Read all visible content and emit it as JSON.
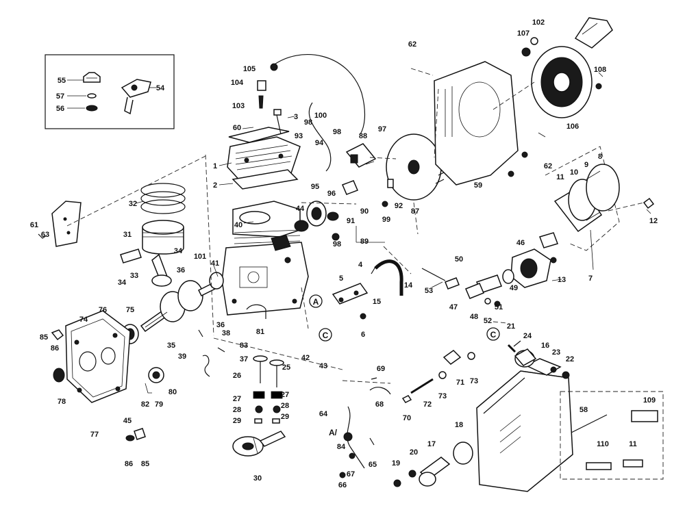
{
  "diagram": {
    "labels": [
      {
        "id": "p1",
        "text": "1"
      },
      {
        "id": "p2",
        "text": "2"
      },
      {
        "id": "p3",
        "text": "3"
      },
      {
        "id": "p4",
        "text": "4"
      },
      {
        "id": "p5",
        "text": "5"
      },
      {
        "id": "p6",
        "text": "6"
      },
      {
        "id": "p7",
        "text": "7"
      },
      {
        "id": "p8",
        "text": "8"
      },
      {
        "id": "p9",
        "text": "9"
      },
      {
        "id": "p10",
        "text": "10"
      },
      {
        "id": "p11",
        "text": "11"
      },
      {
        "id": "p11b",
        "text": "11"
      },
      {
        "id": "p12",
        "text": "12"
      },
      {
        "id": "p13",
        "text": "13"
      },
      {
        "id": "p14",
        "text": "14"
      },
      {
        "id": "p15",
        "text": "15"
      },
      {
        "id": "p16",
        "text": "16"
      },
      {
        "id": "p17",
        "text": "17"
      },
      {
        "id": "p18",
        "text": "18"
      },
      {
        "id": "p19",
        "text": "19"
      },
      {
        "id": "p20",
        "text": "20"
      },
      {
        "id": "p21",
        "text": "21"
      },
      {
        "id": "p22",
        "text": "22"
      },
      {
        "id": "p23",
        "text": "23"
      },
      {
        "id": "p24",
        "text": "24"
      },
      {
        "id": "p25",
        "text": "25"
      },
      {
        "id": "p26",
        "text": "26"
      },
      {
        "id": "p27a",
        "text": "27"
      },
      {
        "id": "p27b",
        "text": "27"
      },
      {
        "id": "p28a",
        "text": "28"
      },
      {
        "id": "p28b",
        "text": "28"
      },
      {
        "id": "p29a",
        "text": "29"
      },
      {
        "id": "p29b",
        "text": "29"
      },
      {
        "id": "p30",
        "text": "30"
      },
      {
        "id": "p31",
        "text": "31"
      },
      {
        "id": "p32",
        "text": "32"
      },
      {
        "id": "p33",
        "text": "33"
      },
      {
        "id": "p34a",
        "text": "34"
      },
      {
        "id": "p34b",
        "text": "34"
      },
      {
        "id": "p35",
        "text": "35"
      },
      {
        "id": "p36a",
        "text": "36"
      },
      {
        "id": "p36b",
        "text": "36"
      },
      {
        "id": "p37",
        "text": "37"
      },
      {
        "id": "p38",
        "text": "38"
      },
      {
        "id": "p39",
        "text": "39"
      },
      {
        "id": "p40",
        "text": "40"
      },
      {
        "id": "p41",
        "text": "41"
      },
      {
        "id": "p42",
        "text": "42"
      },
      {
        "id": "p43",
        "text": "43"
      },
      {
        "id": "p44",
        "text": "44"
      },
      {
        "id": "p45",
        "text": "45"
      },
      {
        "id": "p46",
        "text": "46"
      },
      {
        "id": "p47",
        "text": "47"
      },
      {
        "id": "p48",
        "text": "48"
      },
      {
        "id": "p49",
        "text": "49"
      },
      {
        "id": "p50",
        "text": "50"
      },
      {
        "id": "p51",
        "text": "51"
      },
      {
        "id": "p52",
        "text": "52"
      },
      {
        "id": "p53",
        "text": "53"
      },
      {
        "id": "p54",
        "text": "54"
      },
      {
        "id": "p55",
        "text": "55"
      },
      {
        "id": "p56",
        "text": "56"
      },
      {
        "id": "p57",
        "text": "57"
      },
      {
        "id": "p58",
        "text": "58"
      },
      {
        "id": "p59",
        "text": "59"
      },
      {
        "id": "p60",
        "text": "60"
      },
      {
        "id": "p61",
        "text": "61"
      },
      {
        "id": "p62a",
        "text": "62"
      },
      {
        "id": "p62b",
        "text": "62"
      },
      {
        "id": "p63",
        "text": "63"
      },
      {
        "id": "p64",
        "text": "64"
      },
      {
        "id": "p65",
        "text": "65"
      },
      {
        "id": "p66",
        "text": "66"
      },
      {
        "id": "p67",
        "text": "67"
      },
      {
        "id": "p68",
        "text": "68"
      },
      {
        "id": "p69",
        "text": "69"
      },
      {
        "id": "p70",
        "text": "70"
      },
      {
        "id": "p71",
        "text": "71"
      },
      {
        "id": "p72",
        "text": "72"
      },
      {
        "id": "p73a",
        "text": "73"
      },
      {
        "id": "p73b",
        "text": "73"
      },
      {
        "id": "p74",
        "text": "74"
      },
      {
        "id": "p75",
        "text": "75"
      },
      {
        "id": "p76",
        "text": "76"
      },
      {
        "id": "p77",
        "text": "77"
      },
      {
        "id": "p78",
        "text": "78"
      },
      {
        "id": "p79",
        "text": "79"
      },
      {
        "id": "p80",
        "text": "80"
      },
      {
        "id": "p81",
        "text": "81"
      },
      {
        "id": "p82",
        "text": "82"
      },
      {
        "id": "p83",
        "text": "83"
      },
      {
        "id": "p84",
        "text": "84"
      },
      {
        "id": "p85a",
        "text": "85"
      },
      {
        "id": "p85b",
        "text": "85"
      },
      {
        "id": "p86a",
        "text": "86"
      },
      {
        "id": "p86b",
        "text": "86"
      },
      {
        "id": "p87",
        "text": "87"
      },
      {
        "id": "p88",
        "text": "88"
      },
      {
        "id": "p89",
        "text": "89"
      },
      {
        "id": "p90",
        "text": "90"
      },
      {
        "id": "p91",
        "text": "91"
      },
      {
        "id": "p92",
        "text": "92"
      },
      {
        "id": "p93",
        "text": "93"
      },
      {
        "id": "p94",
        "text": "94"
      },
      {
        "id": "p95",
        "text": "95"
      },
      {
        "id": "p96",
        "text": "96"
      },
      {
        "id": "p97",
        "text": "97"
      },
      {
        "id": "p98a",
        "text": "98"
      },
      {
        "id": "p98b",
        "text": "98"
      },
      {
        "id": "p98c",
        "text": "98"
      },
      {
        "id": "p99",
        "text": "99"
      },
      {
        "id": "p100",
        "text": "100"
      },
      {
        "id": "p101",
        "text": "101"
      },
      {
        "id": "p102",
        "text": "102"
      },
      {
        "id": "p103",
        "text": "103"
      },
      {
        "id": "p104",
        "text": "104"
      },
      {
        "id": "p105",
        "text": "105"
      },
      {
        "id": "p106",
        "text": "106"
      },
      {
        "id": "p107",
        "text": "107"
      },
      {
        "id": "p108",
        "text": "108"
      },
      {
        "id": "p109",
        "text": "109"
      },
      {
        "id": "p110",
        "text": "110"
      }
    ],
    "reference_markers": [
      {
        "id": "mA1",
        "text": "A"
      },
      {
        "id": "mC1",
        "text": "C"
      },
      {
        "id": "mC2",
        "text": "C"
      },
      {
        "id": "mA2",
        "text": "A/"
      }
    ]
  }
}
